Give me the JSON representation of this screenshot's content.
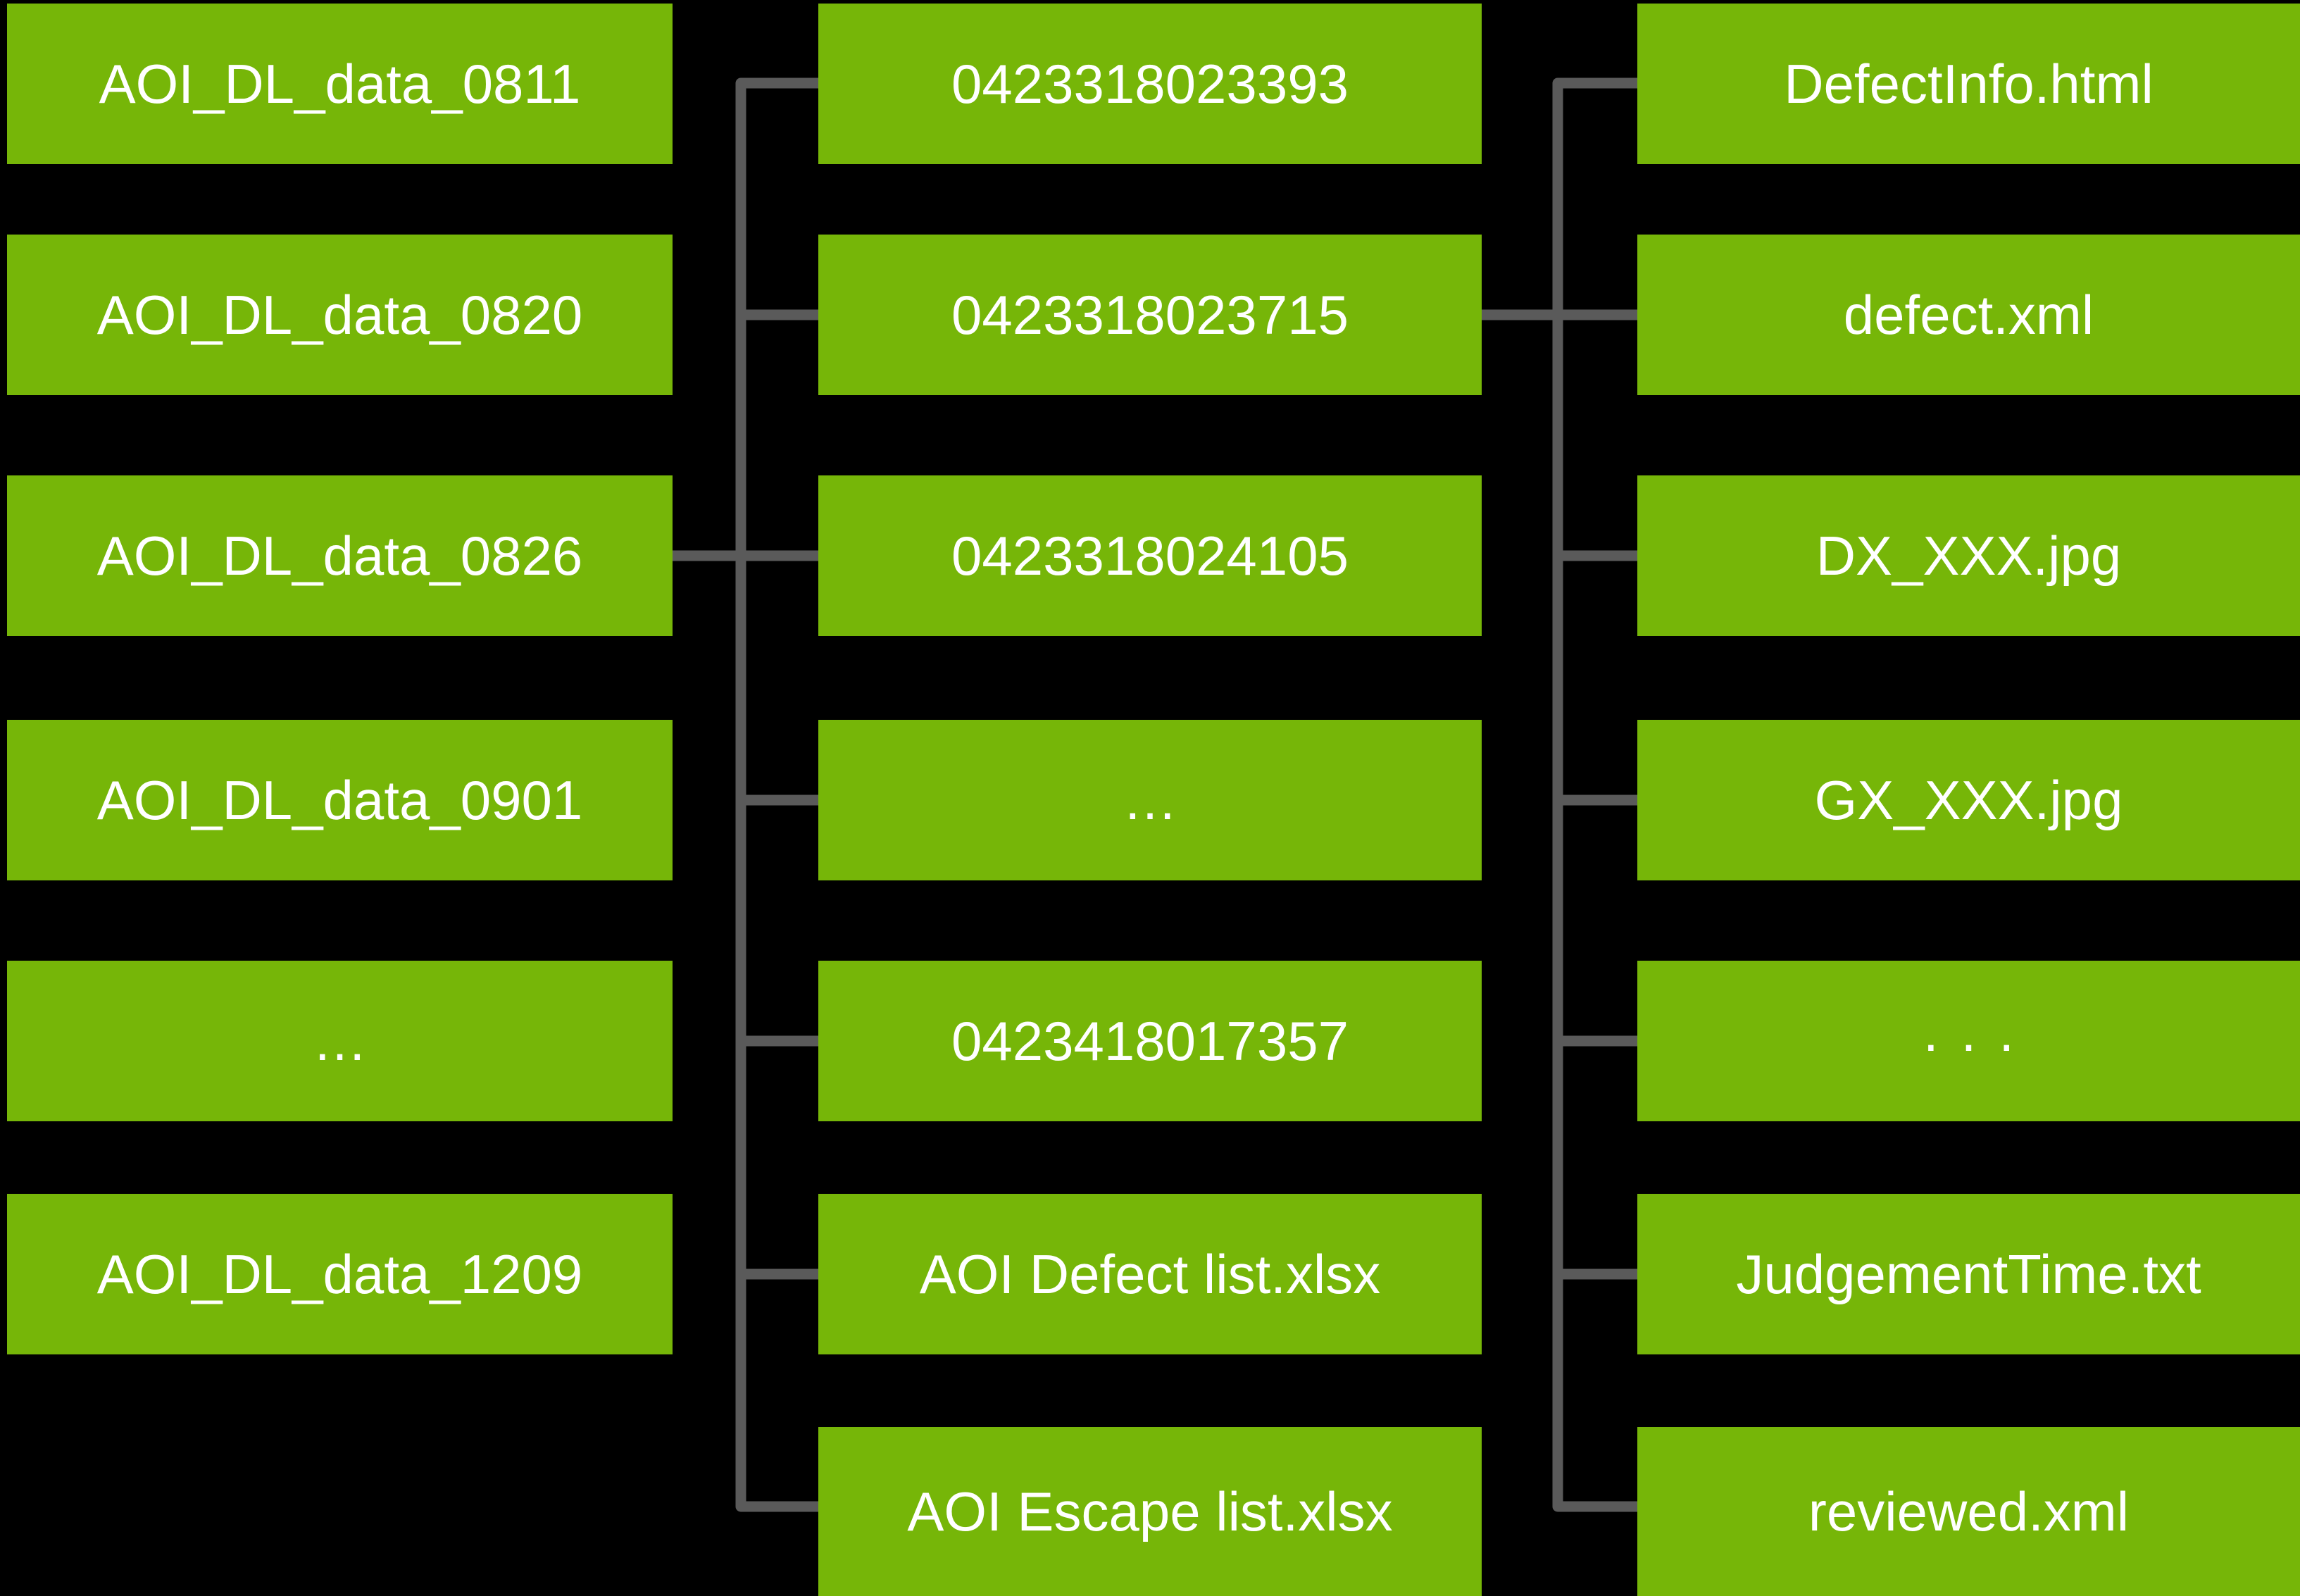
{
  "diagram": {
    "type": "tree",
    "orientation": "left-to-right",
    "colors": {
      "background": "#000000",
      "node_fill": "#76b608",
      "node_text": "#ffffff",
      "connector": "#5a5a5a"
    },
    "columns": [
      {
        "id": "level-1",
        "nodes": [
          "AOI_DL_data_0811",
          "AOI_DL_data_0820",
          "AOI_DL_data_0826",
          "AOI_DL_data_0901",
          "…",
          "AOI_DL_data_1209"
        ]
      },
      {
        "id": "level-2",
        "nodes": [
          "0423318023393",
          "0423318023715",
          "0423318024105",
          "…",
          "0423418017357",
          "AOI Defect list.xlsx",
          "AOI Escape list.xlsx"
        ]
      },
      {
        "id": "level-3",
        "nodes": [
          "DefectInfo.html",
          "defect.xml",
          "DX_XXX.jpg",
          "GX_XXX.jpg",
          "...",
          "JudgementTime.txt",
          "reviewed.xml"
        ]
      }
    ],
    "edges": [
      {
        "from": "AOI_DL_data_0826",
        "to": "all level-2 nodes"
      },
      {
        "from": "0423318023715",
        "to": "all level-3 nodes"
      }
    ]
  }
}
